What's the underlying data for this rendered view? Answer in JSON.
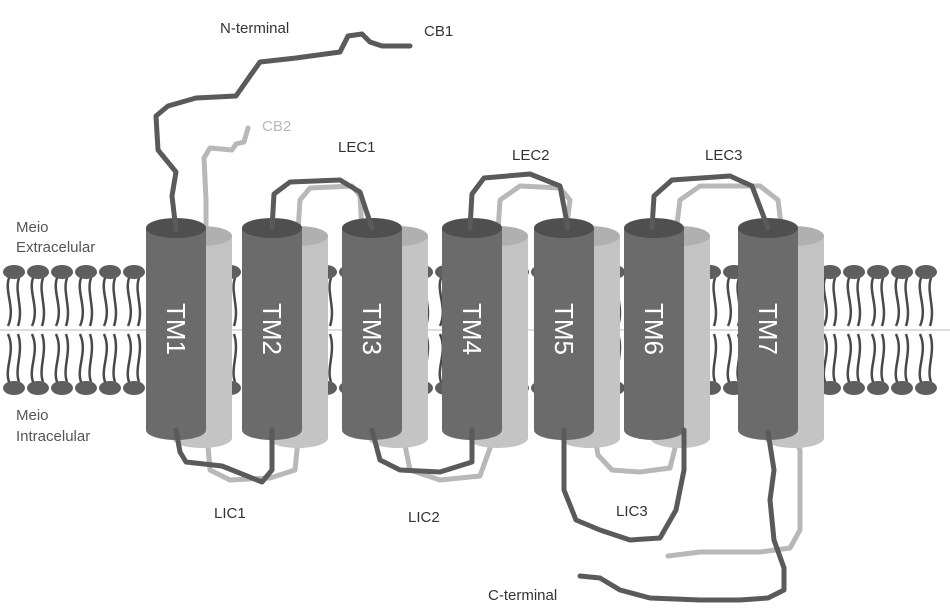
{
  "regions": {
    "extracellular": [
      "Meio",
      "Extracelular"
    ],
    "intracellular": [
      "Meio",
      "Intracelular"
    ]
  },
  "terminals": {
    "n_terminal": "N-terminal",
    "c_terminal": "C-terminal"
  },
  "receptors": [
    {
      "label": "CB1",
      "color": "#5a5a5a"
    },
    {
      "label": "CB2",
      "color": "#b8b8b8"
    }
  ],
  "helices": [
    "TM1",
    "TM2",
    "TM3",
    "TM4",
    "TM5",
    "TM6",
    "TM7"
  ],
  "extracellular_loops": [
    "LEC1",
    "LEC2",
    "LEC3"
  ],
  "intracellular_loops": [
    "LIC1",
    "LIC2",
    "LIC3"
  ],
  "colors": {
    "helix": "#6b6b6b",
    "helix_top": "#4f4f4f",
    "membrane_head": "#5e5e5e",
    "membrane_tail": "#4a4a4a"
  }
}
